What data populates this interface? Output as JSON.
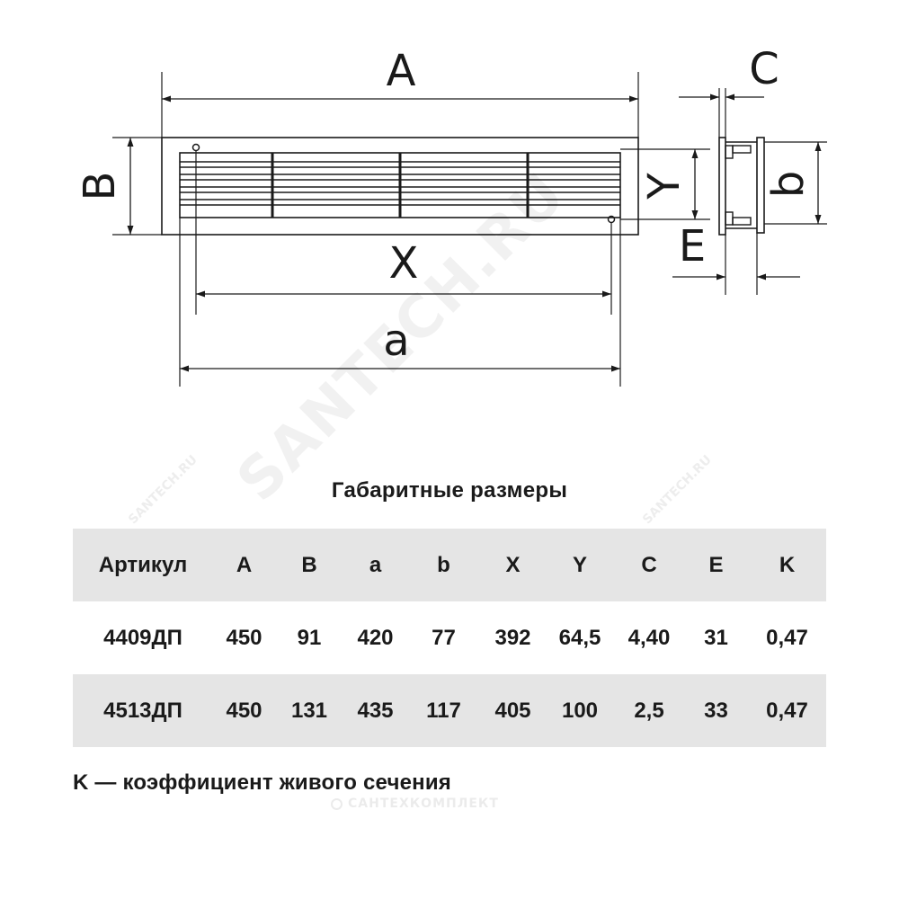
{
  "drawing": {
    "labels": {
      "A": "A",
      "B": "B",
      "a": "a",
      "X": "X",
      "Y": "Y",
      "C": "C",
      "b": "b",
      "E": "E"
    }
  },
  "watermarks": {
    "main": "SANTECH.RU",
    "left": "SANTECH.RU",
    "right": "SANTECH.RU",
    "bottom": "САНТЕХКОМПЛЕКТ"
  },
  "table": {
    "title": "Габаритные размеры",
    "headers": [
      "Артикул",
      "A",
      "B",
      "a",
      "b",
      "X",
      "Y",
      "C",
      "E",
      "K"
    ],
    "rows": [
      [
        "4409ДП",
        "450",
        "91",
        "420",
        "77",
        "392",
        "64,5",
        "4,40",
        "31",
        "0,47"
      ],
      [
        "4513ДП",
        "450",
        "131",
        "435",
        "117",
        "405",
        "100",
        "2,5",
        "33",
        "0,47"
      ]
    ]
  },
  "footnote": "K — коэффициент живого сечения",
  "colors": {
    "line": "#1a1a1a",
    "shaded_row": "#e5e5e5",
    "background": "#ffffff"
  }
}
